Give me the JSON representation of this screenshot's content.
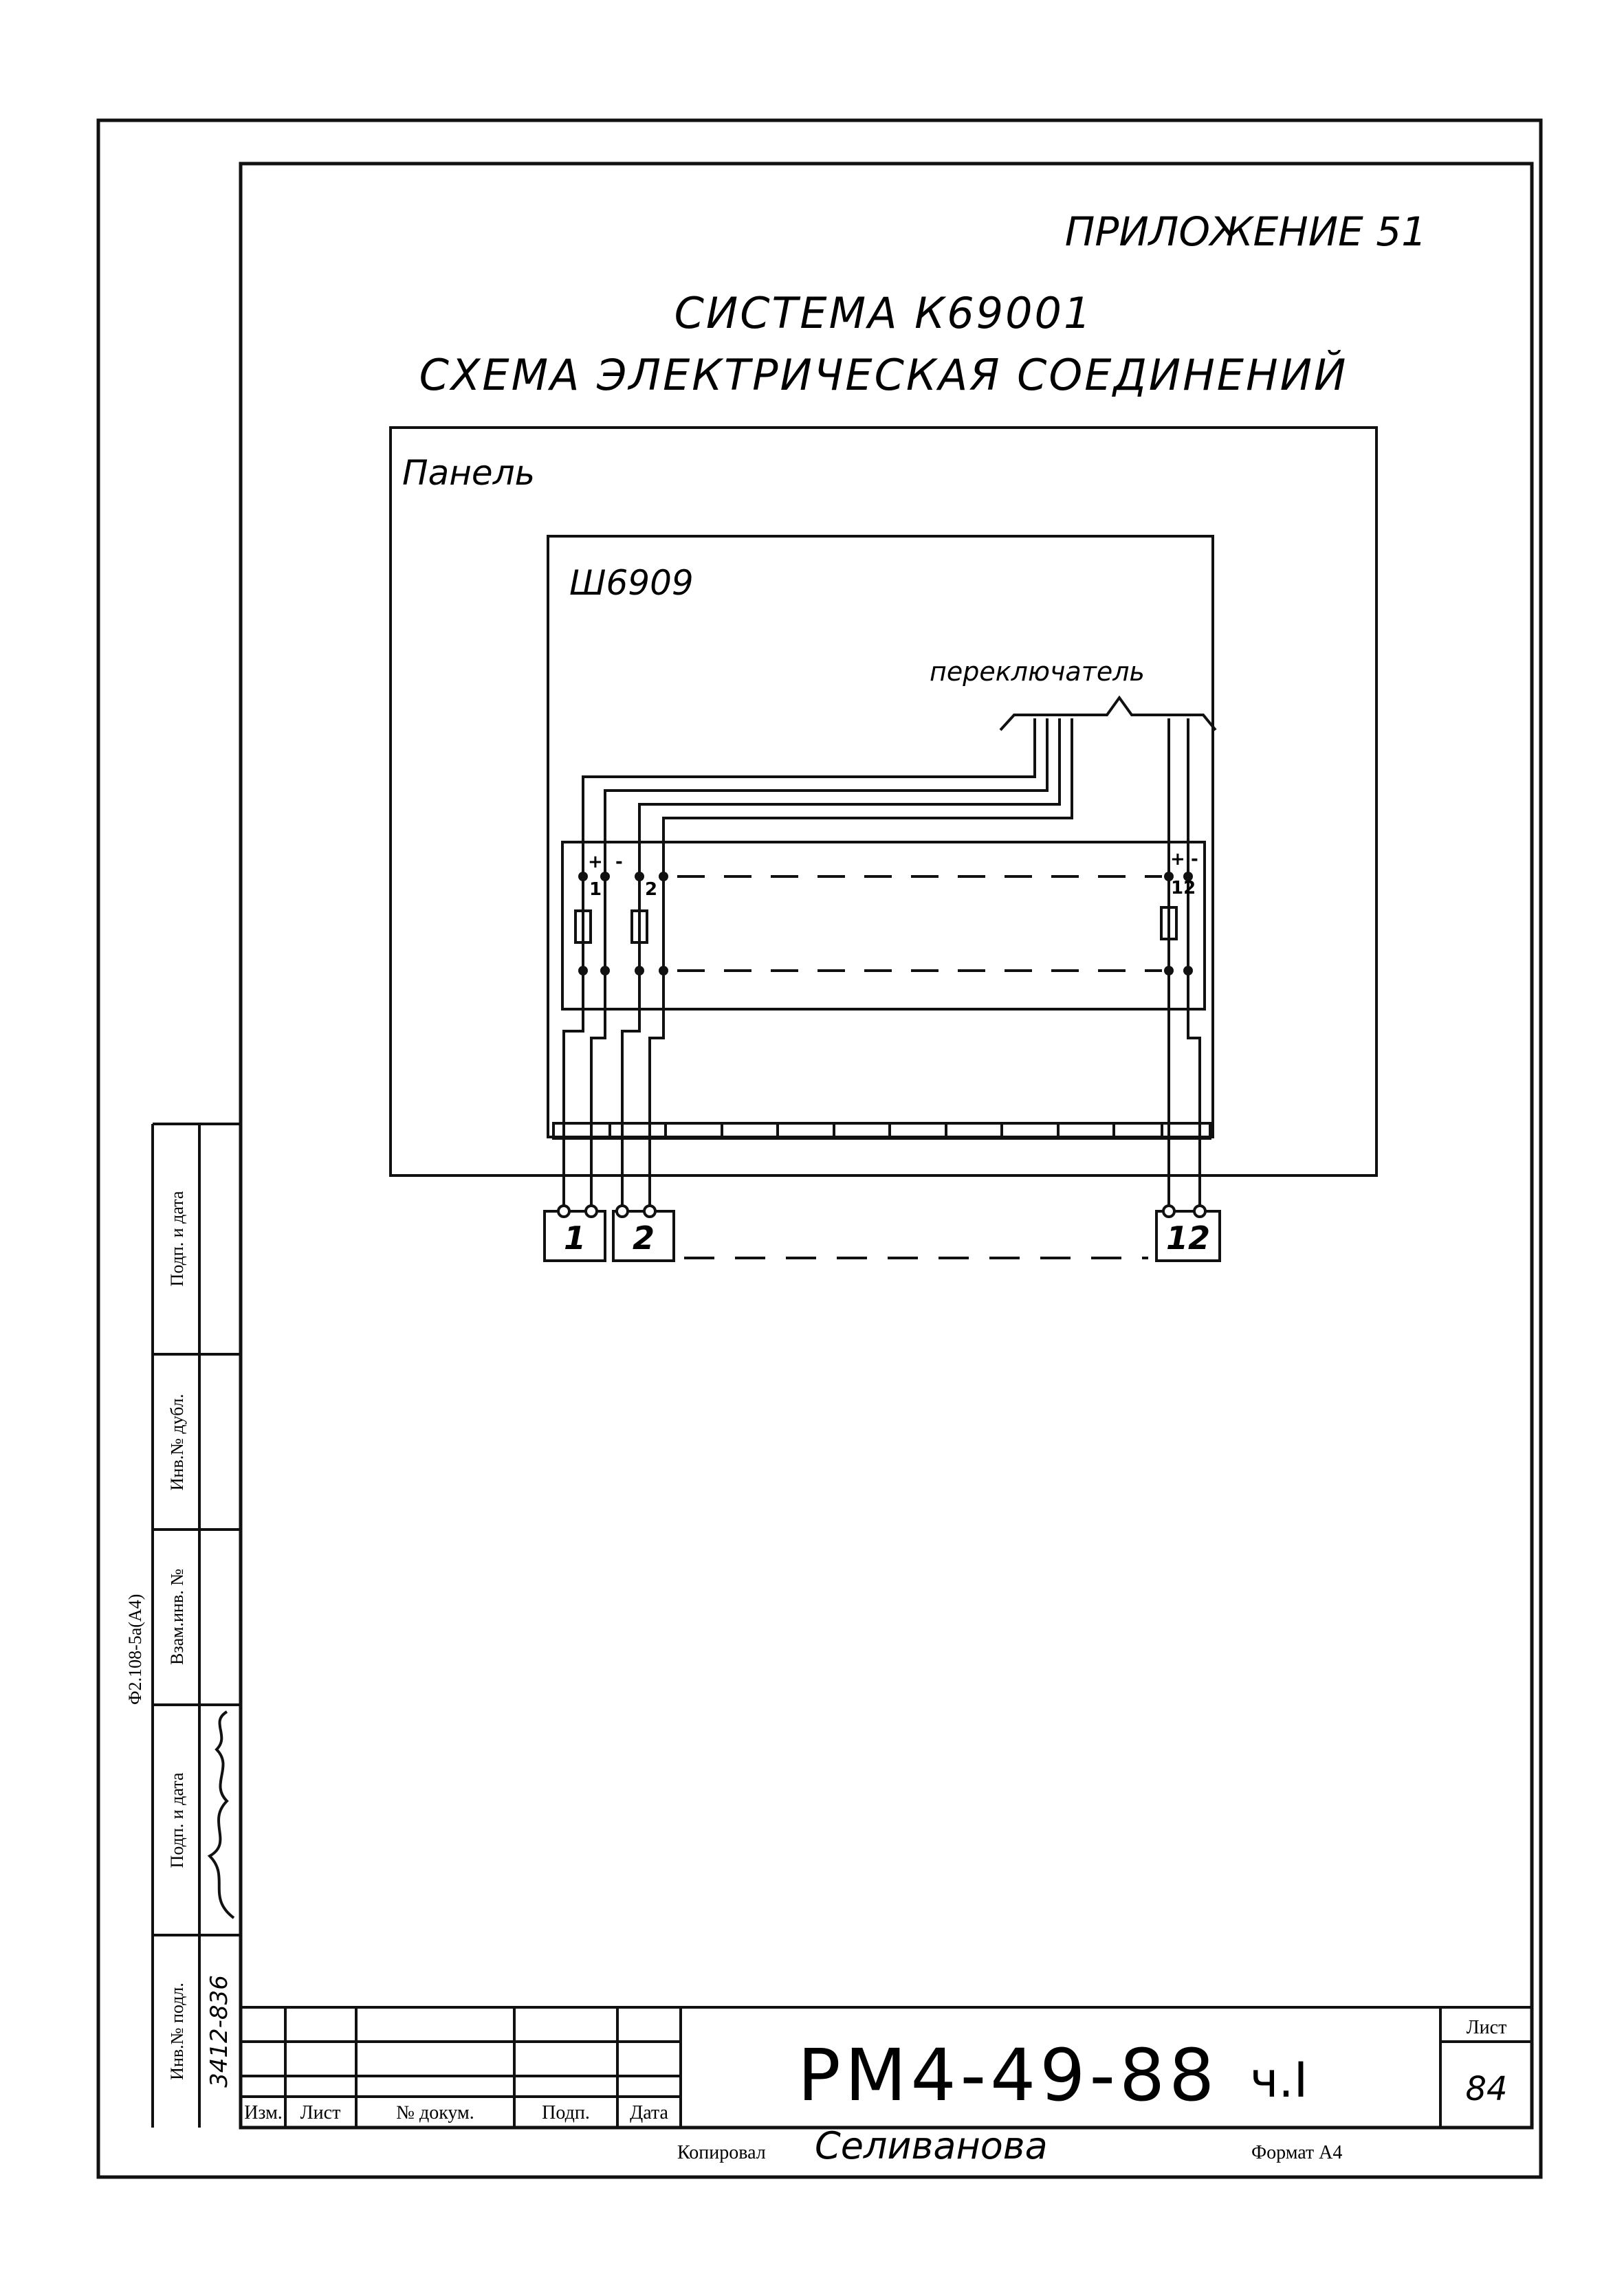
{
  "header": {
    "appendix": "ПРИЛОЖЕНИЕ 51",
    "title_line1": "СИСТЕМА К69001",
    "title_line2": "СХЕМА ЭЛЕКТРИЧЕСКАЯ СОЕДИНЕНИЙ"
  },
  "diagram": {
    "panel_label": "Панель",
    "cabinet_label": "Ш6909",
    "switch_label": "переключатель",
    "polarity_plus": "+",
    "polarity_minus": "-",
    "modules": [
      "1",
      "2",
      "12"
    ],
    "terminals": [
      "1",
      "2",
      "12"
    ]
  },
  "title_block": {
    "columns": [
      "Изм.",
      "Лист",
      "№ докум.",
      "Подп.",
      "Дата"
    ],
    "document_code": "РМ4-49-88",
    "document_part": "ч.I",
    "sheet_label": "Лист",
    "sheet_number": "84",
    "copied_by_label": "Копировал",
    "copied_by_name": "Селиванова",
    "format_label": "Формат А4"
  },
  "side_strip": {
    "form_ref": "Ф2.108-5а(А4)",
    "fields": [
      "Инв.№ подл.",
      "Подп. и дата",
      "Взам.инв. №",
      "Инв.№ дубл.",
      "Подп. и дата"
    ],
    "inv_number": "3412-836"
  },
  "colors": {
    "ink": "#111111",
    "paper": "#ffffff"
  }
}
